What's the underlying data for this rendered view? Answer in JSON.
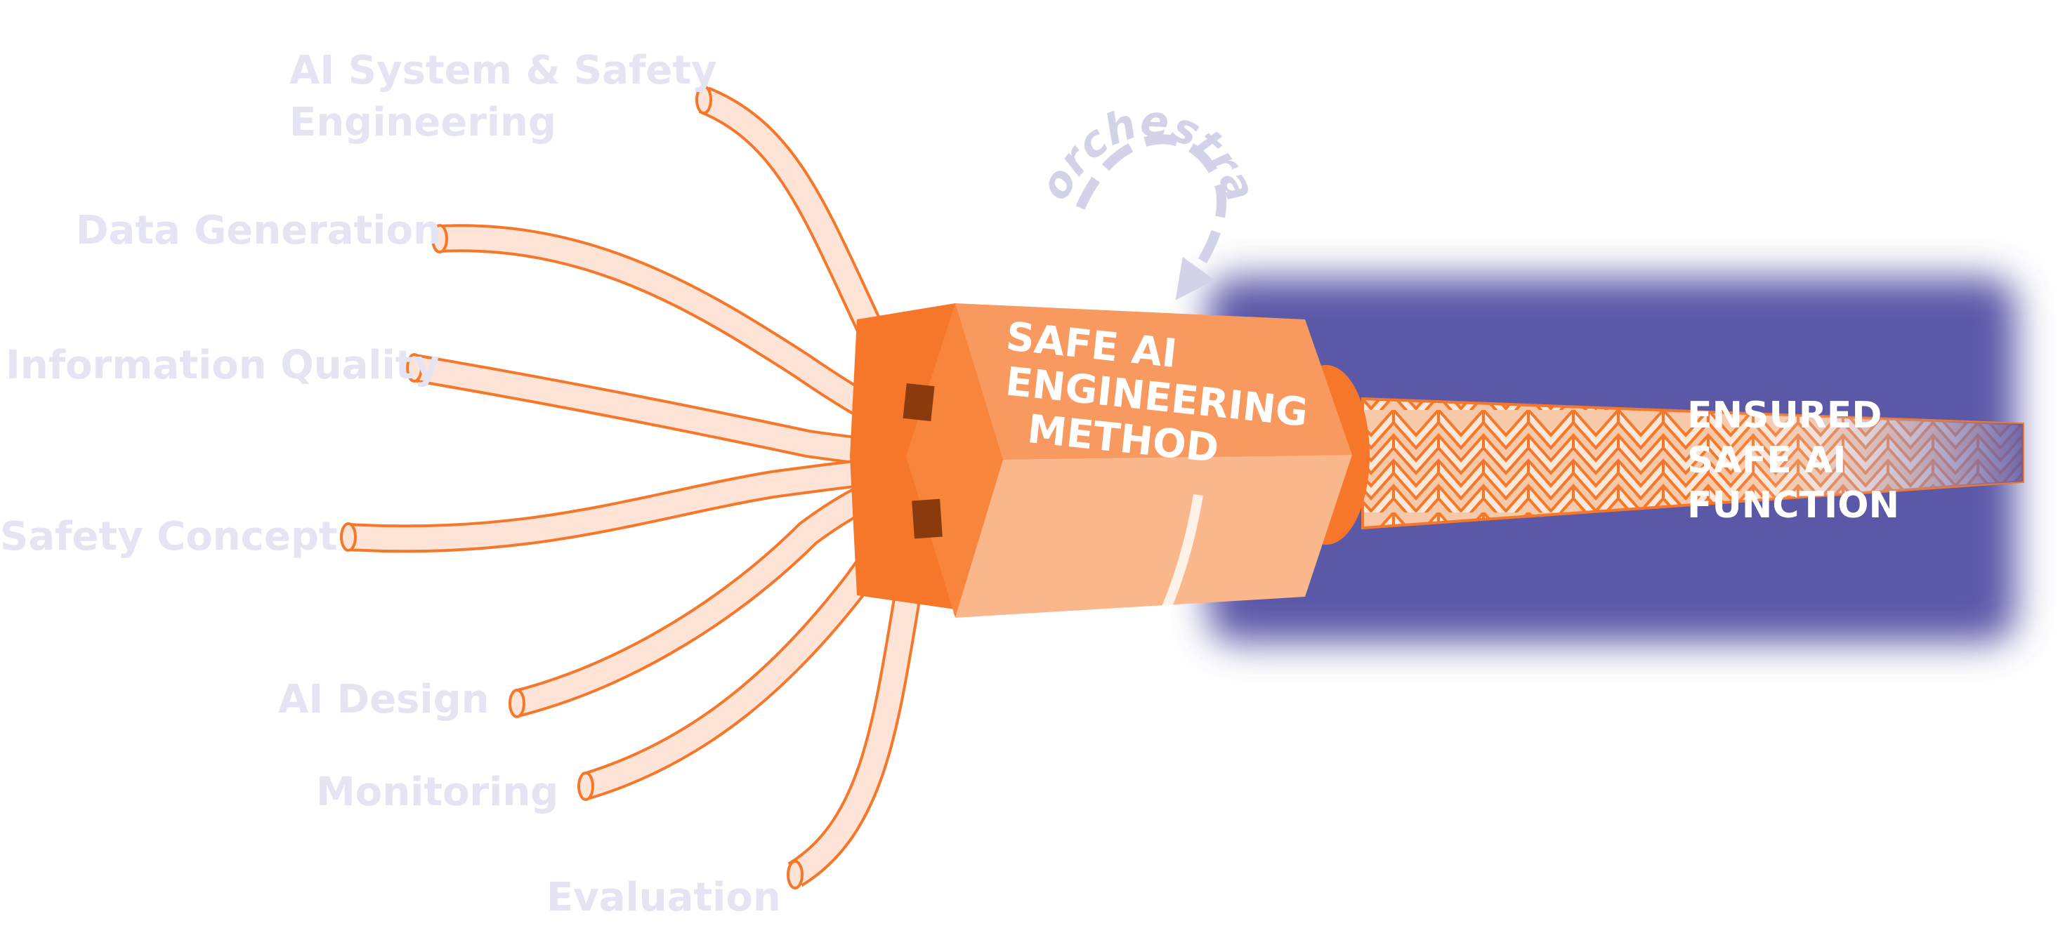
{
  "inputs": [
    {
      "label_line1": "AI System & Safety",
      "label_line2": "Engineering"
    },
    {
      "label_line1": "Data Generation"
    },
    {
      "label_line1": "Information Quality"
    },
    {
      "label_line1": "Safety Concept"
    },
    {
      "label_line1": "AI Design"
    },
    {
      "label_line1": "Monitoring"
    },
    {
      "label_line1": "Evaluation"
    }
  ],
  "method_box": {
    "line1": "SAFE AI",
    "line2": "ENGINEERING",
    "line3": "METHOD"
  },
  "orchestration_label": "orchestration",
  "output": {
    "line1": "ENSURED",
    "line2": "SAFE AI",
    "line3": "FUNCTION"
  },
  "colors": {
    "label_gray": "#e4e4f2",
    "strand_fill": "#fde4d6",
    "strand_outline": "#f6772a",
    "box_top": "#f89a5f",
    "box_front": "#fbb78c",
    "box_side": "#f6772a",
    "output_band": "#5b58a8",
    "orchestration": "#d2d2e8"
  }
}
